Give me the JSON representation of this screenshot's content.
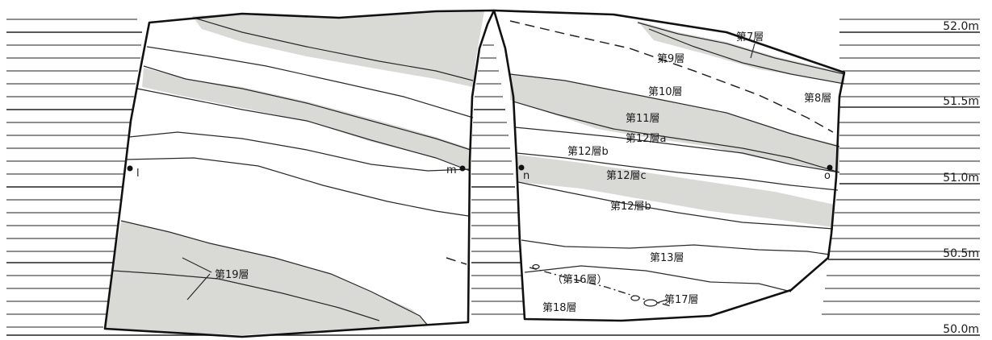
{
  "elevation_scale": {
    "ticks": [
      "52.0m",
      "51.5m",
      "51.0m",
      "50.5m",
      "50.0m"
    ]
  },
  "section_points": {
    "l": "l",
    "m": "m",
    "n": "n",
    "o": "o"
  },
  "layers": {
    "layer7": "第7層",
    "layer8": "第8層",
    "layer9": "第9層",
    "layer10": "第10層",
    "layer11": "第11層",
    "layer12a": "第12層a",
    "layer12b_upper": "第12層b",
    "layer12c": "第12層c",
    "layer12b_lower": "第12層b",
    "layer13": "第13層",
    "layer16": "（第16層）",
    "layer17": "第17層",
    "layer18": "第18層",
    "layer19": "第19層"
  },
  "colors": {
    "shaded_layer": "#d9d9d6",
    "line": "#2a2a2a"
  }
}
